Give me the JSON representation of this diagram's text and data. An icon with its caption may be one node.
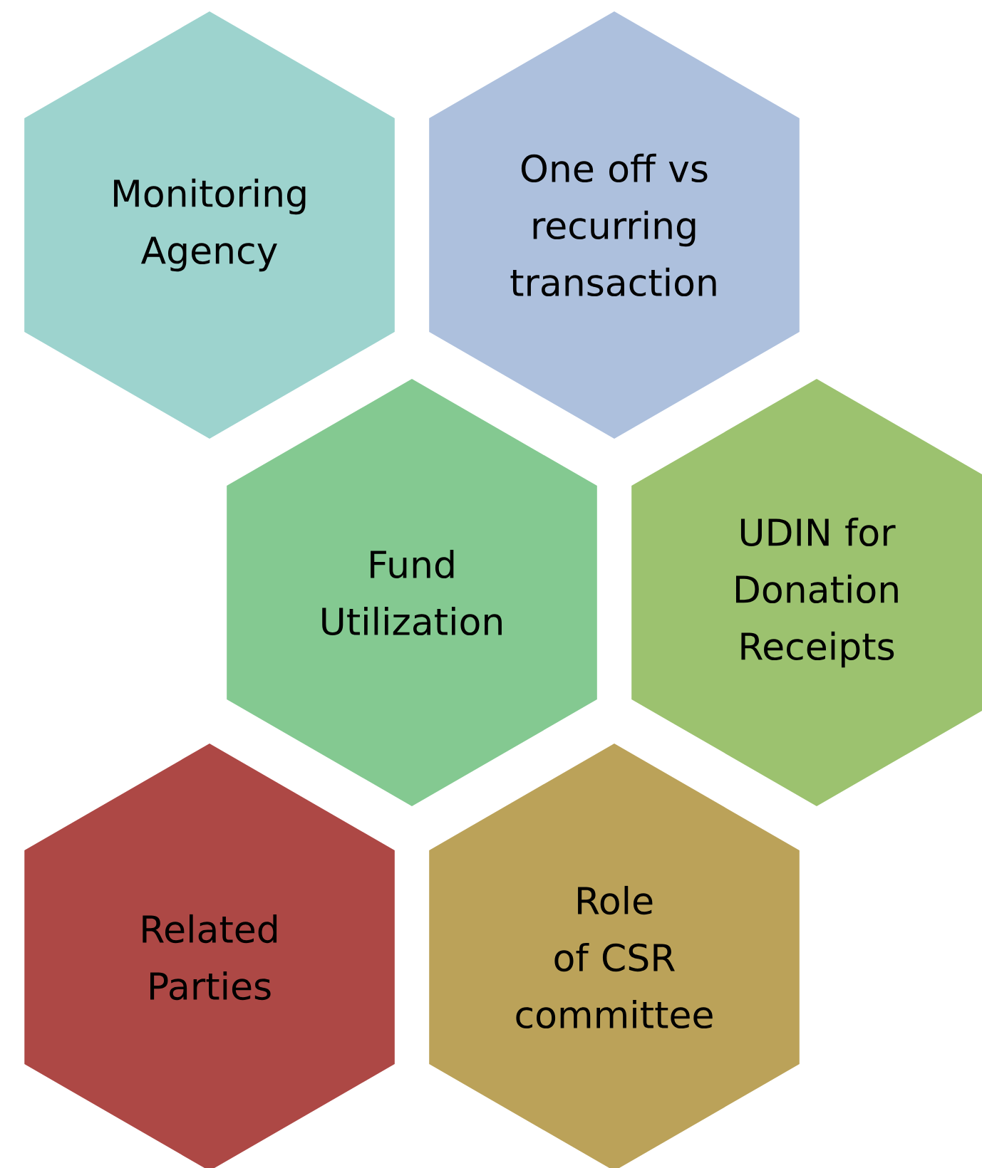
{
  "diagram": {
    "nodes": [
      {
        "text": [
          "Monitoring Agency"
        ]
      },
      {
        "text": [
          "One off vs recurring transaction"
        ]
      },
      {
        "text": [
          "Fund Utilization"
        ]
      },
      {
        "text": [
          "UDIN for Donation Receipts"
        ]
      },
      {
        "text": [
          "Related Parties"
        ]
      },
      {
        "text": [
          "Role of CSR committee"
        ]
      }
    ]
  }
}
